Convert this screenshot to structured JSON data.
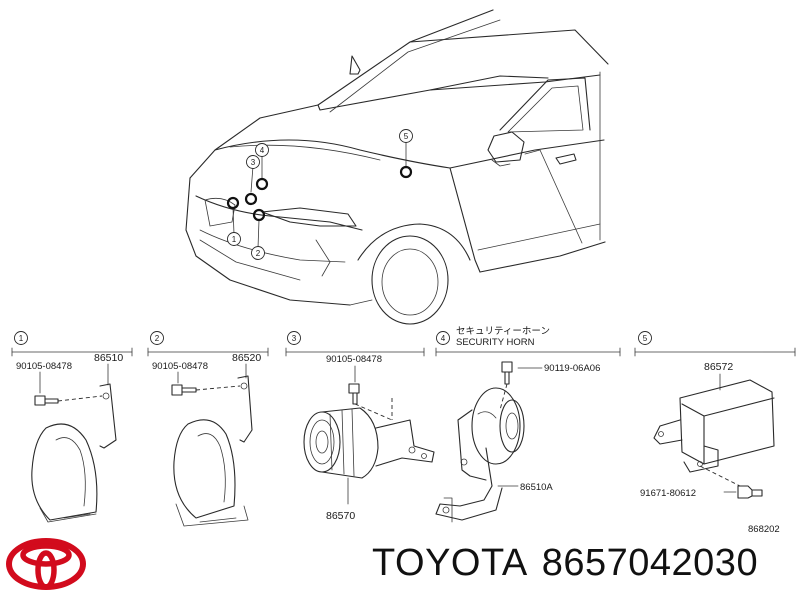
{
  "callouts": {
    "c1": "1",
    "c2": "2",
    "c3": "3",
    "c4": "4",
    "c5": "5"
  },
  "panels": [
    {
      "num": "1",
      "bolt": "90105-08478",
      "part": "86510"
    },
    {
      "num": "2",
      "bolt": "90105-08478",
      "part": "86520"
    },
    {
      "num": "3",
      "bolt": "90105-08478",
      "part": "86570"
    },
    {
      "num": "4",
      "title_jp": "セキュリティーホーン",
      "title_en": "SECURITY HORN",
      "bolt": "90119-06A06",
      "part": "86510A"
    },
    {
      "num": "5",
      "part_top": "86572",
      "bolt": "91671-80612"
    }
  ],
  "diagram_code": "868202",
  "footer": {
    "brand": "TOYOTA",
    "part_number": "8657042030"
  }
}
